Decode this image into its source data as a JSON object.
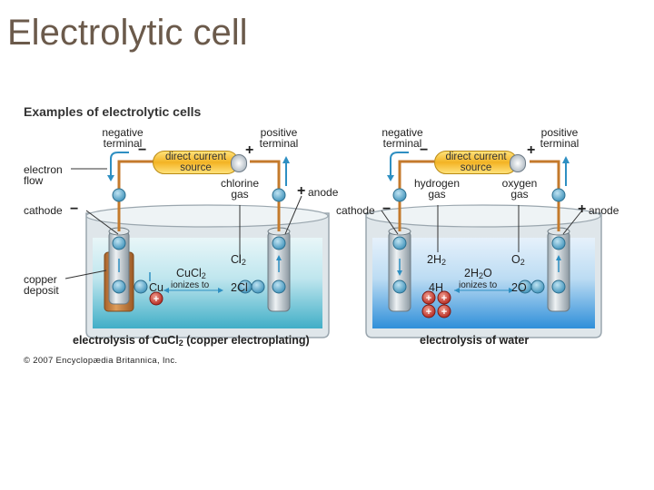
{
  "slide": {
    "title": "Electrolytic cell"
  },
  "figure": {
    "title": "Examples of electrolytic cells",
    "copyright": "© 2007 Encyclopædia Britannica, Inc."
  },
  "left_cell": {
    "negative_terminal": [
      "negative",
      "terminal"
    ],
    "positive_terminal": [
      "positive",
      "terminal"
    ],
    "battery": [
      "direct current",
      "source"
    ],
    "minus_sign": "−",
    "plus_sign": "+",
    "electron_flow": [
      "electron",
      "flow"
    ],
    "chlorine_gas": [
      "chlorine",
      "gas"
    ],
    "anode": "anode",
    "cathode": "cathode",
    "copper_deposit": [
      "copper",
      "deposit"
    ],
    "cl2": "Cl",
    "cl2_sub": "2",
    "cucl2": "CuCl",
    "cucl2_sub": "2",
    "cu": "Cu",
    "ionizes_to": "ionizes to",
    "two_cl": "2Cl",
    "caption": "electrolysis of CuCl",
    "caption_sub": "2",
    "caption_rest": " (copper electroplating)",
    "colors": {
      "water": "#5fbfd3",
      "copper": "#c8813e",
      "tank": "#d6dde2"
    }
  },
  "right_cell": {
    "negative_terminal": [
      "negative",
      "terminal"
    ],
    "positive_terminal": [
      "positive",
      "terminal"
    ],
    "battery": [
      "direct current",
      "source"
    ],
    "minus_sign": "−",
    "plus_sign": "+",
    "hydrogen_gas": [
      "hydrogen",
      "gas"
    ],
    "oxygen_gas": [
      "oxygen",
      "gas"
    ],
    "cathode": "cathode",
    "anode": "anode",
    "h2": "2H",
    "h2_sub": "2",
    "h2o": "2H",
    "h2o_sub": "2",
    "h2o_o": "O",
    "o2": "O",
    "o2_sub": "2",
    "four_h": "4H",
    "ionizes_to": "ionizes to",
    "two_o": "2O",
    "caption": "electrolysis of water",
    "colors": {
      "water": "#4aa7e0",
      "ion": "#c0392b"
    }
  }
}
